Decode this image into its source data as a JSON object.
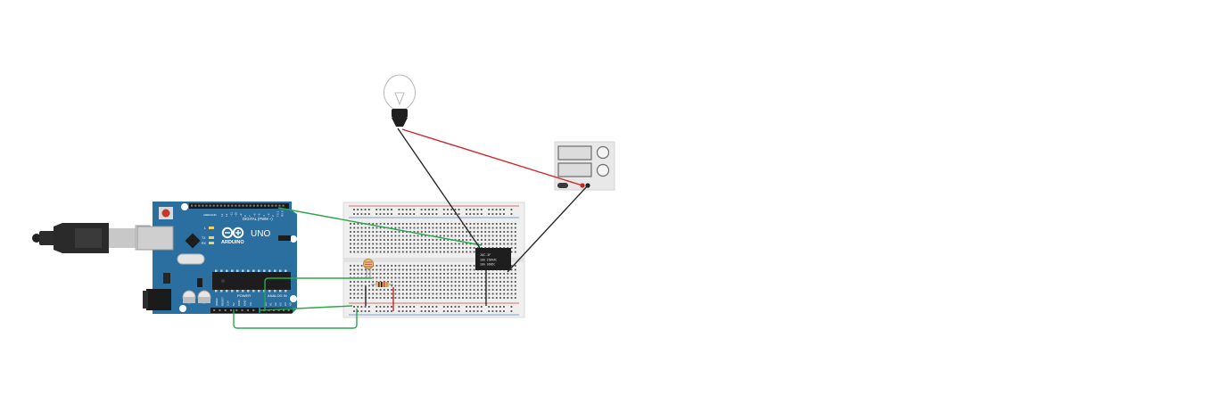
{
  "arduino": {
    "brand": "ARDUINO",
    "model": "UNO",
    "digital_label": "DIGITAL (PWM ~)",
    "power_label": "POWER",
    "analog_label": "ANALOG IN",
    "led_l": "L",
    "led_tx": "TX",
    "led_rx": "RX",
    "aref": "AREF",
    "gnd": "GND",
    "digital_pins": [
      "13",
      "12",
      "~11",
      "~10",
      "~9",
      "8",
      "7",
      "~6",
      "~5",
      "4",
      "~3",
      "2",
      "TX 1",
      "RX 0"
    ],
    "power_pins": [
      "IOREF",
      "RESET",
      "3.3V",
      "5V",
      "GND",
      "GND",
      "Vin"
    ],
    "analog_pins": [
      "A0",
      "A1",
      "A2",
      "A3",
      "A4",
      "A5"
    ]
  },
  "relay": {
    "line1": "JQC-3F",
    "line2": "10A 250VAC",
    "line3": "10A 30VDC"
  },
  "colors": {
    "arduino_board": "#2b6ea0",
    "wire_green": "#2aa84a",
    "wire_red": "#d0262b",
    "wire_black": "#2a2a2a",
    "breadboard": "#efefef",
    "rail_red": "#d04545",
    "rail_blue": "#5b7fc0"
  },
  "icons": {
    "bulb": "lightbulb-icon",
    "usb": "usb-cable-icon",
    "ldr": "photoresistor-icon",
    "resistor": "resistor-icon",
    "supply": "power-supply-icon"
  }
}
